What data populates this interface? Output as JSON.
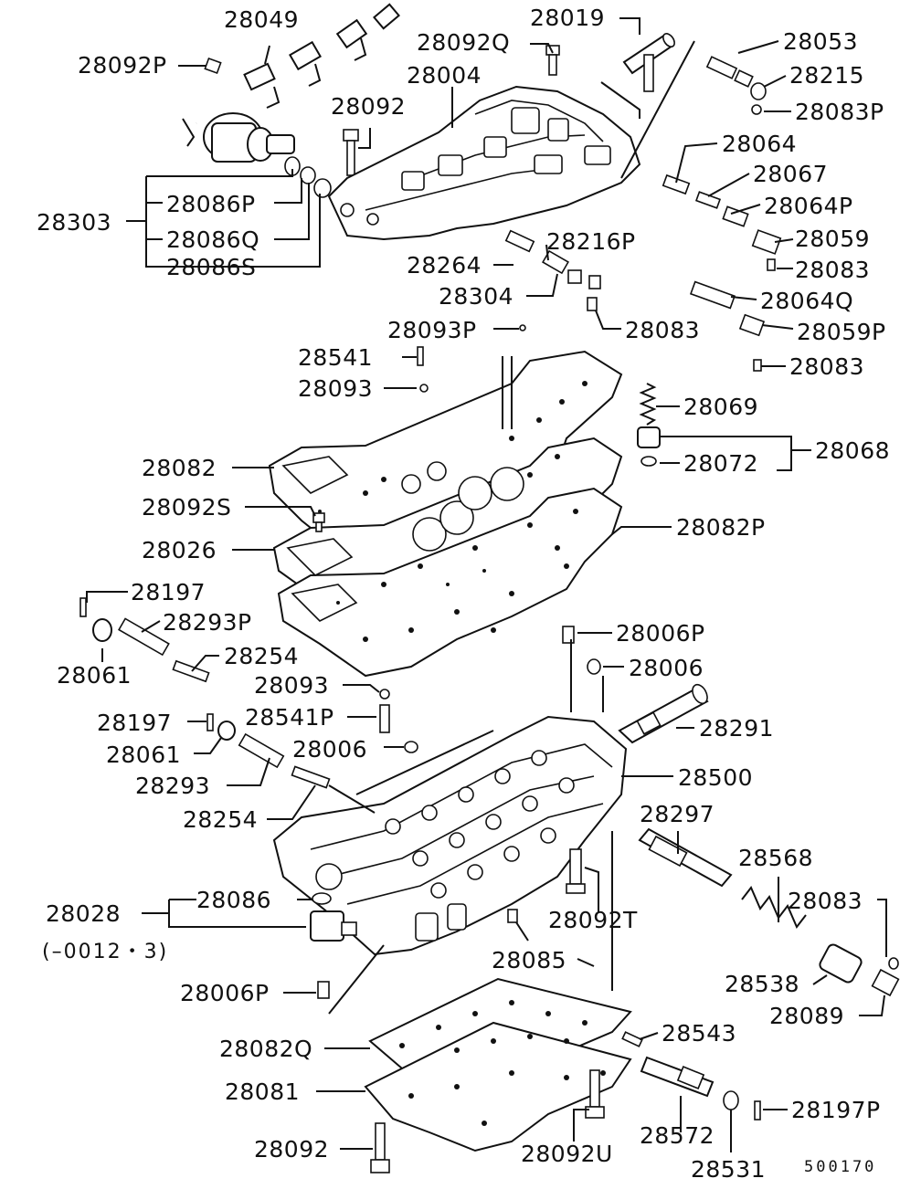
{
  "diagram": {
    "labels": [
      "28049",
      "28092P",
      "28019",
      "28092Q",
      "28053",
      "28004",
      "28215",
      "28092",
      "28083P",
      "28064",
      "28067",
      "28086P",
      "28303",
      "28064P",
      "28086Q",
      "28059",
      "28086S",
      "28216P",
      "28264",
      "28083",
      "28304",
      "28064Q",
      "28083",
      "28059P",
      "28093P",
      "28541",
      "28083",
      "28093",
      "28069",
      "28068",
      "28082",
      "28072",
      "28092S",
      "28082P",
      "28026",
      "28197",
      "28293P",
      "28254",
      "28061",
      "28006P",
      "28006",
      "28093",
      "28541P",
      "28197",
      "28291",
      "28061",
      "28006",
      "28293",
      "28500",
      "28254",
      "28297",
      "28568",
      "28086",
      "28028",
      "28083",
      "28092T",
      "28085",
      "28538",
      "28006P",
      "28089",
      "28543",
      "28082Q",
      "28081",
      "28197P",
      "28092",
      "28572",
      "28092U",
      "28531"
    ],
    "note": "(–0012・3)",
    "figure_code": "500170"
  }
}
